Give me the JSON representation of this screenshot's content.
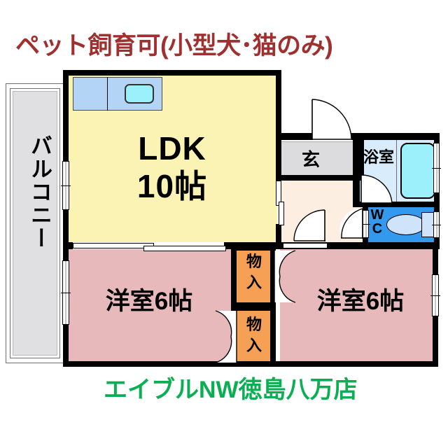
{
  "header": {
    "text": "ペット飼育可(小型犬･猫のみ)",
    "color": "#a03030"
  },
  "footer": {
    "text": "エイブルNW徳島八万店",
    "color": "#0bae52"
  },
  "floorplan": {
    "title": "2LDK apartment floor plan",
    "rooms": [
      {
        "id": "balcony",
        "label": "バルコニー",
        "label_en": "Balcony",
        "color": "#e0e0e2",
        "orientation": "vertical"
      },
      {
        "id": "ldk",
        "label_line1": "LDK",
        "label_line2": "10帖",
        "label_en": "Living Dining Kitchen 10 tatami",
        "color": "#fbf3b4",
        "size": "10帖"
      },
      {
        "id": "washitsu-left",
        "label": "洋室6帖",
        "label_en": "Western room 6 tatami",
        "color": "#e8b9bb",
        "size": "6帖"
      },
      {
        "id": "washitsu-right",
        "label": "洋室6帖",
        "label_en": "Western room 6 tatami",
        "color": "#e8b9bb",
        "size": "6帖"
      },
      {
        "id": "genkan",
        "label": "玄",
        "label_en": "Entrance",
        "color": "#dcdcdf"
      },
      {
        "id": "corridor",
        "label": "",
        "label_en": "Hallway",
        "color": "#fdeee2"
      },
      {
        "id": "bathroom",
        "label": "浴室",
        "label_en": "Bathroom",
        "color": "#d9ecfb"
      },
      {
        "id": "toilet",
        "label": "WC",
        "label_en": "Toilet",
        "color": "#3399ef"
      },
      {
        "id": "closet-upper",
        "label_line1": "物",
        "label_line2": "入",
        "label_en": "Storage closet",
        "color": "#f5a054"
      },
      {
        "id": "closet-lower",
        "label_line1": "物",
        "label_line2": "入",
        "label_en": "Storage closet",
        "color": "#f5a054"
      }
    ],
    "fixtures": [
      {
        "id": "kitchen-counter",
        "label_en": "Kitchen counter",
        "color": "#b3d4f5"
      },
      {
        "id": "kitchen-sink",
        "label_en": "Sink",
        "color": "#9bf0fb"
      },
      {
        "id": "bathtub",
        "label_en": "Bathtub",
        "color": "#9bf0fb"
      },
      {
        "id": "toilet-bowl",
        "label_en": "Toilet bowl",
        "color": "#cfe4fb"
      }
    ],
    "colors": {
      "wall": "#000000",
      "room_pink": "#e8b9bb",
      "room_yellow": "#fbf3b4",
      "closet_orange": "#f5a054",
      "corridor_peach": "#fdeee2",
      "genkan_gray": "#dcdcdf",
      "balcony_gray": "#e0e0e2",
      "bath_blue": "#d9ecfb",
      "wc_blue": "#3399ef",
      "water_cyan": "#9bf0fb",
      "counter_blue": "#b3d4f5"
    }
  }
}
